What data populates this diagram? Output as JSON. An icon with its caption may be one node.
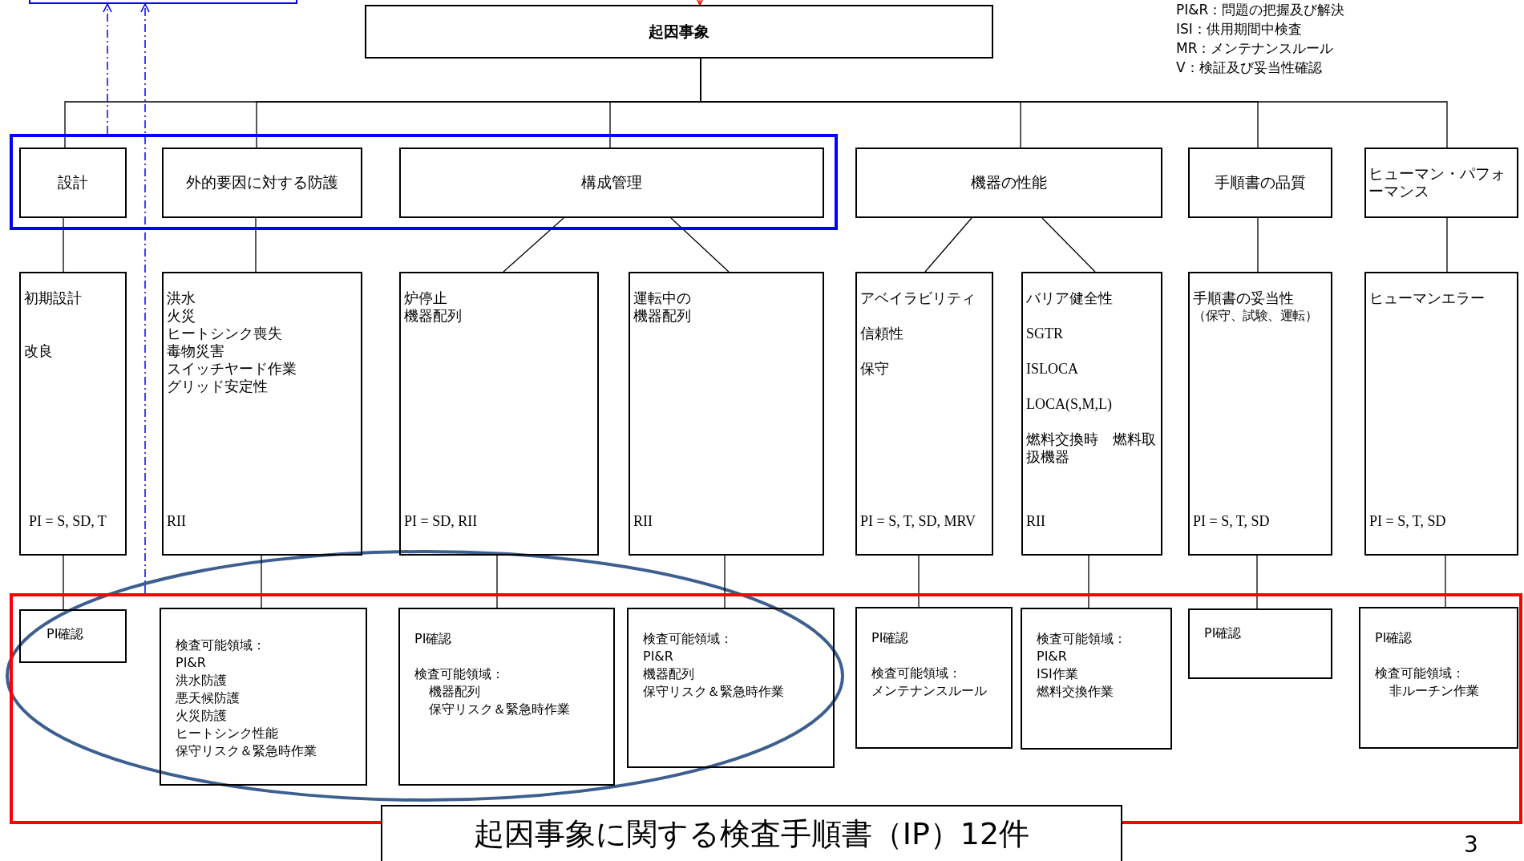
{
  "diagram": {
    "nodes": [
      {
        "text": [],
        "shape": "box"
      },
      {
        "text": [
          "起因事象"
        ]
      },
      {
        "text": [],
        "shape": "box"
      },
      {
        "text": [
          "設計"
        ],
        "in": 2
      },
      {
        "text": [
          "外的要因に対する防護"
        ],
        "in": 2
      },
      {
        "text": [
          "構成管理"
        ],
        "in": 2
      },
      {
        "text": [
          "機器の性能"
        ]
      },
      {
        "text": [
          "手順書の品質"
        ]
      },
      {
        "text": [
          "ヒューマン・パフォーマンス"
        ]
      },
      {
        "text": [
          "初期設計",
          "改良",
          "PI = S, SD, T"
        ]
      },
      {
        "text": [
          "洪水",
          "火災",
          "ヒートシンク喪失",
          "毒物災害",
          "スイッチヤード作業",
          "グリッド安定性",
          "RII"
        ]
      },
      {
        "text": [
          "炉停止",
          "機器配列",
          "PI = SD, RII"
        ]
      },
      {
        "text": [
          "運転中の",
          "機器配列",
          "RII"
        ]
      },
      {
        "text": [
          "アベイラビリティ",
          "信頼性",
          "保守",
          "PI = S, T, SD, MRV"
        ]
      },
      {
        "text": [
          "バリア健全性",
          "SGTR",
          "ISLOCA",
          "LOCA(S,M,L)",
          "燃料交換時　燃料取扱機器",
          "RII"
        ]
      },
      {
        "text": [
          "手順書の妥当性",
          "（保守、試験、運転）",
          "PI = S, T, SD"
        ]
      },
      {
        "text": [
          "ヒューマンエラー",
          "PI = S, T, SD"
        ]
      },
      {
        "text": [],
        "shape": "box"
      },
      {
        "text": [
          "PI確認"
        ],
        "in": 17
      },
      {
        "text": [
          "検査可能領域：",
          "PI&R",
          "洪水防護",
          "悪天候防護",
          "火災防護",
          "ヒートシンク性能",
          "保守リスク＆緊急時作業"
        ],
        "in": 17
      },
      {
        "text": [
          "PI確認",
          "検査可能領域：",
          "機器配列",
          "保守リスク＆緊急時作業"
        ],
        "in": 17
      },
      {
        "text": [
          "検査可能領域：",
          "PI&R",
          "機器配列",
          "保守リスク＆緊急時作業"
        ],
        "in": 17
      },
      {
        "text": [
          "PI確認",
          "検査可能領域：",
          "メンテナンスルール"
        ],
        "in": 17
      },
      {
        "text": [
          "検査可能領域：",
          "PI&R",
          "ISI作業",
          "燃料交換作業"
        ],
        "in": 17
      },
      {
        "text": [
          "PI確認"
        ],
        "in": 17
      },
      {
        "text": [
          "PI確認",
          "検査可能領域：",
          "非ルーチン作業"
        ],
        "in": 17
      },
      {
        "text": [
          "起因事象に関する検査手順書（IP）12件"
        ]
      }
    ],
    "edges": [
      {
        "from": null,
        "to": 1,
        "arrow": "to",
        "color": "#ff0000"
      },
      {
        "from": 1,
        "to": 3,
        "arrow": "none"
      },
      {
        "from": 1,
        "to": 4,
        "arrow": "none"
      },
      {
        "from": 1,
        "to": 5,
        "arrow": "none"
      },
      {
        "from": 1,
        "to": 6,
        "arrow": "none"
      },
      {
        "from": 1,
        "to": 7,
        "arrow": "none"
      },
      {
        "from": 1,
        "to": 8,
        "arrow": "none"
      },
      {
        "from": 3,
        "to": 9,
        "arrow": "none"
      },
      {
        "from": 4,
        "to": 10,
        "arrow": "none"
      },
      {
        "from": 5,
        "to": 11,
        "arrow": "none"
      },
      {
        "from": 5,
        "to": 12,
        "arrow": "none"
      },
      {
        "from": 6,
        "to": 13,
        "arrow": "none"
      },
      {
        "from": 6,
        "to": 14,
        "arrow": "none"
      },
      {
        "from": 7,
        "to": 15,
        "arrow": "none"
      },
      {
        "from": 8,
        "to": 16,
        "arrow": "none"
      },
      {
        "from": 9,
        "to": 18,
        "arrow": "none"
      },
      {
        "from": 10,
        "to": 19,
        "arrow": "none"
      },
      {
        "from": 11,
        "to": 20,
        "arrow": "none"
      },
      {
        "from": 12,
        "to": 21,
        "arrow": "none"
      },
      {
        "from": 13,
        "to": 22,
        "arrow": "none"
      },
      {
        "from": 14,
        "to": 23,
        "arrow": "none"
      },
      {
        "from": 15,
        "to": 24,
        "arrow": "none"
      },
      {
        "from": 16,
        "to": 25,
        "arrow": "none"
      },
      {
        "from": 2,
        "to": 0,
        "arrow": "to",
        "style": "dashed",
        "color": "#0000ff"
      },
      {
        "from": 17,
        "to": 0,
        "arrow": "to",
        "style": "dashed",
        "color": "#0000ff"
      }
    ],
    "labels": [
      "PI&R：問題の把握及び解決",
      "ISI：供用期間中検査",
      "MR：メンテナンスルール",
      "V：検証及び妥当性確認",
      "3"
    ]
  }
}
